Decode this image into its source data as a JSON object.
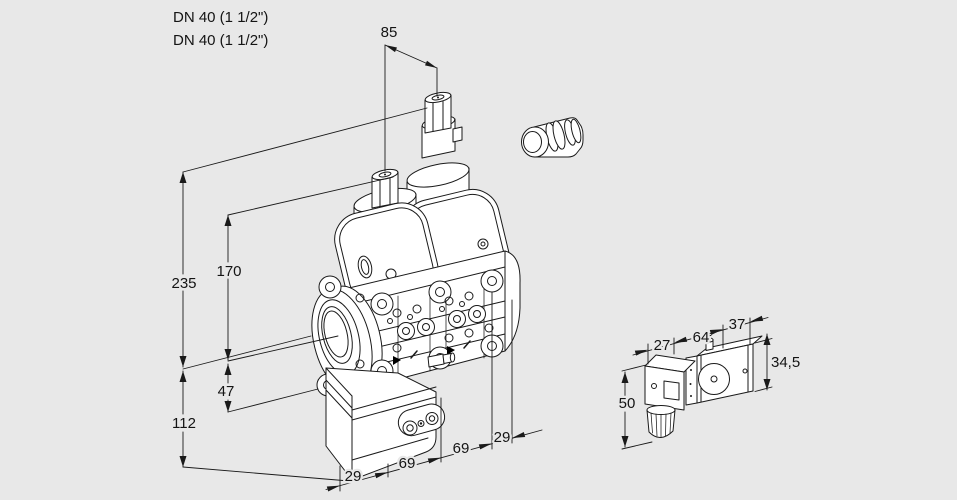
{
  "product_labels": {
    "dn_line1": "DN 40 (1 1/2\")",
    "dn_line2": "DN 40 (1 1/2\")"
  },
  "main_view_dims": {
    "top_width": "85",
    "total_height": "235",
    "actuator_height": "170",
    "flange_offset": "47",
    "lower_height": "112",
    "depth_left": "29",
    "depth_mid_left": "69",
    "depth_mid_right": "69",
    "depth_right": "29"
  },
  "detail_view_dims": {
    "connector_width": "27",
    "coil_length": "64",
    "coil_end_width": "37",
    "coil_height": "34,5",
    "connector_height": "50"
  },
  "colors": {
    "background": "#e8e8e8",
    "line": "#1a1a1a",
    "fill": "#ffffff",
    "text": "#141414"
  }
}
